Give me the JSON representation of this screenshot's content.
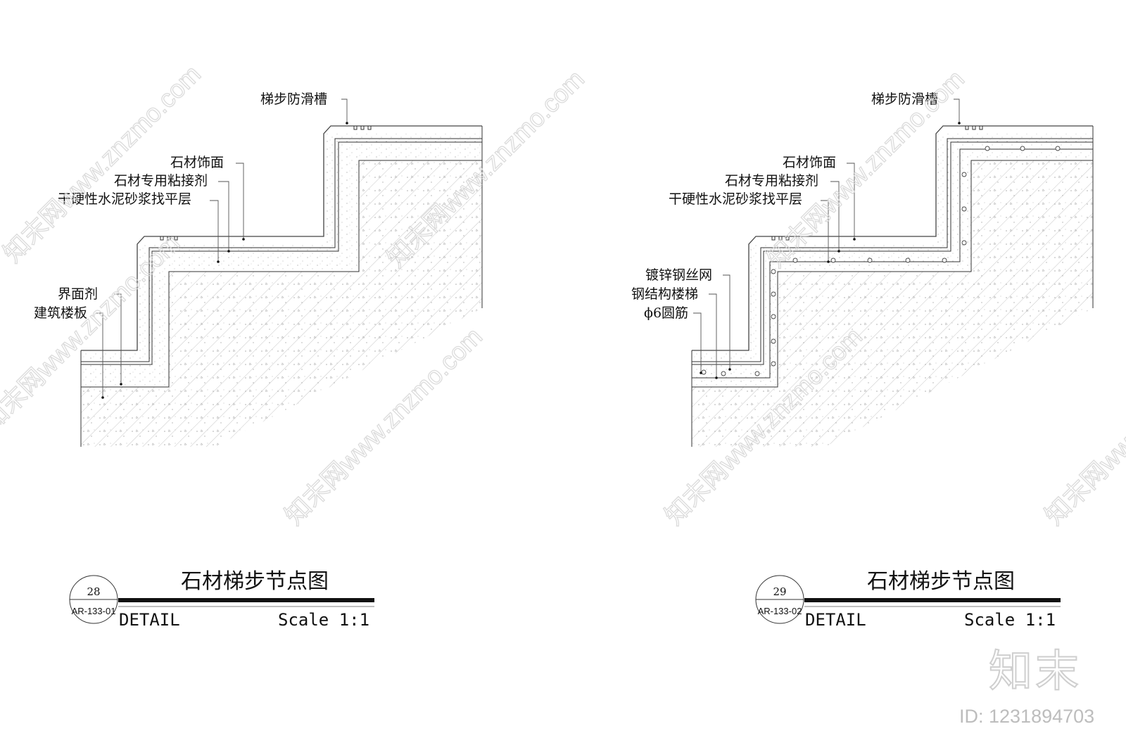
{
  "watermark": {
    "site_text": "知末网www.znzmo.com"
  },
  "brand": {
    "logo_text": "知末",
    "id_text": "ID: 1231894703"
  },
  "detail_left": {
    "labels": {
      "anti_slip": "梯步防滑槽",
      "stone_finish": "石材饰面",
      "adhesive": "石材专用粘接剂",
      "mortar": "干硬性水泥砂浆找平层",
      "interface": "界面剂",
      "slab": "建筑楼板"
    },
    "title": "石材梯步节点图",
    "number": "28",
    "sheet": "AR-133-01",
    "detail_word": "DETAIL",
    "scale": "Scale 1:1"
  },
  "detail_right": {
    "labels": {
      "anti_slip": "梯步防滑槽",
      "stone_finish": "石材饰面",
      "adhesive": "石材专用粘接剂",
      "mortar": "干硬性水泥砂浆找平层",
      "mesh": "镀锌钢丝网",
      "steel_stair": "钢结构楼梯",
      "rebar": "ϕ6圆筋"
    },
    "title": "石材梯步节点图",
    "number": "29",
    "sheet": "AR-133-02",
    "detail_word": "DETAIL",
    "scale": "Scale 1:1"
  }
}
